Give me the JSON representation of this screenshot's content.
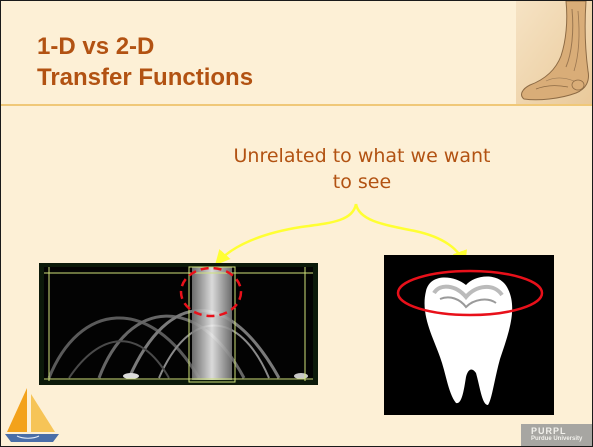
{
  "slide": {
    "title_line_1": "1-D vs 2-D",
    "title_line_2": "Transfer Functions",
    "caption": "Unrelated to what we want to see",
    "watermark_main": "PURPL",
    "watermark_sub": "Purdue University"
  },
  "colors": {
    "background": "#fdf0d6",
    "title": "#b25212",
    "rule": "#f0c878",
    "arrow": "#ffff33",
    "highlight_ring": "#e8101a"
  },
  "icons": [
    "foot-x-ray-image",
    "histogram-image",
    "tooth-image",
    "sailboat-logo"
  ]
}
